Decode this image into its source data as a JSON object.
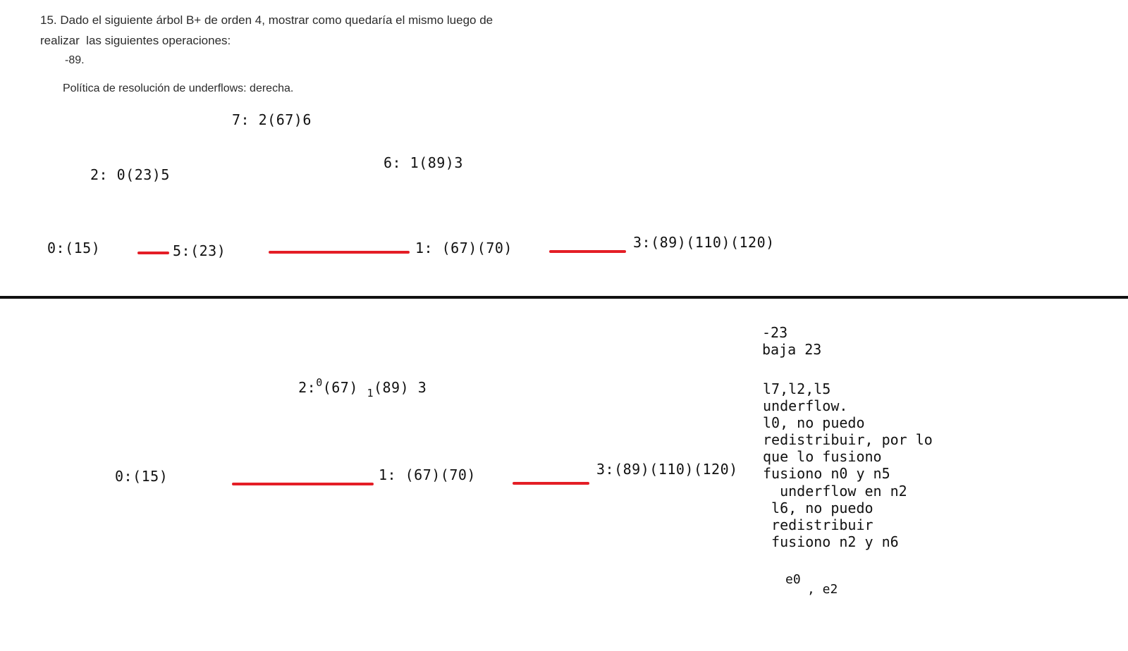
{
  "question": {
    "line1": "15. Dado el siguiente árbol B+ de orden 4, mostrar como quedaría el mismo luego de",
    "line2": "realizar  las siguientes operaciones:",
    "operation": "-89.",
    "policy": "Política de resolución de underflows: derecha."
  },
  "tree_before": {
    "root": "7: 2(67)6",
    "left_internal": "2: 0(23)5",
    "right_internal": "6: 1(89)3",
    "leaf0": "0:(15)",
    "leaf5": "5:(23)",
    "leaf1": "1: (67)(70)",
    "leaf3": "3:(89)(110)(120)"
  },
  "tree_after": {
    "root_prefix": "2:",
    "root_p0": "0",
    "root_k1": "(67)",
    "root_p1": "1",
    "root_k2": "(89)",
    "root_p2": "3",
    "leaf0": "0:(15)",
    "leaf1": "1: (67)(70)",
    "leaf3": "3:(89)(110)(120)"
  },
  "notes": {
    "op": "-23",
    "baja": "baja 23",
    "reads": "l7,l2,l5",
    "underflow": "underflow.",
    "l0": "l0, no puedo",
    "redistribuir1": "redistribuir, por lo",
    "que": "que lo fusiono",
    "fusiono1": "fusiono n0 y n5",
    "underflow_n2": "  underflow en n2",
    "l6": " l6, no puedo",
    "redistribuir2": " redistribuir",
    "fusiono2": " fusiono n2 y n6",
    "e0": "e0",
    "e2": ", e2"
  },
  "colors": {
    "link": "#e41e26",
    "divider": "#111111"
  }
}
